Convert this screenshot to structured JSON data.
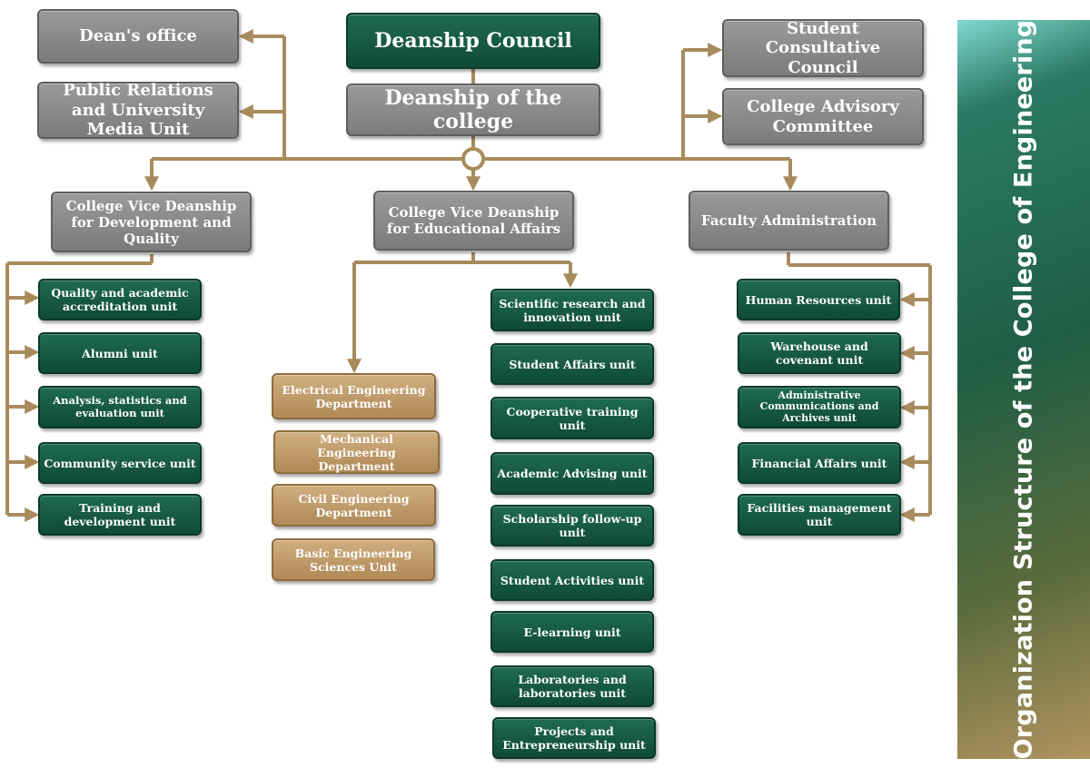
{
  "top": {
    "deanship_council": "Deanship Council",
    "deanship_of_college": "Deanship of the college",
    "deans_office": "Dean's office",
    "public_relations": "Public Relations and University Media Unit",
    "student_consultative": "Student Consultative Council",
    "college_advisory": "College Advisory Committee"
  },
  "vice_deanships": {
    "development": "College Vice Deanship for Development and Quality",
    "educational": "College Vice Deanship for Educational Affairs",
    "faculty_admin": "Faculty Administration"
  },
  "development_units": [
    "Quality and academic accreditation unit",
    "Alumni unit",
    "Analysis, statistics and evaluation unit",
    "Community service unit",
    "Training and development unit"
  ],
  "departments": [
    "Electrical Engineering Department",
    "Mechanical Engineering Department",
    "Civil  Engineering Department",
    "Basic Engineering Sciences Unit"
  ],
  "educational_units": [
    "Scientific research and innovation unit",
    "Student Affairs unit",
    "Cooperative training unit",
    "Academic Advising unit",
    "Scholarship follow-up unit",
    "Student Activities unit",
    "E-learning unit",
    "Laboratories and laboratories unit",
    "Projects and Entrepreneurship unit"
  ],
  "admin_units": [
    "Human Resources unit",
    "Warehouse and covenant unit",
    "Administrative Communications and Archives unit",
    "Financial Affairs unit",
    "Facilities management unit"
  ],
  "side_title": "Organization Structure of the College of Engineering",
  "colors": {
    "connector": "#a88b5c",
    "green": "#155c43",
    "grey": "#8a8a8a",
    "tan": "#c4a06e"
  }
}
